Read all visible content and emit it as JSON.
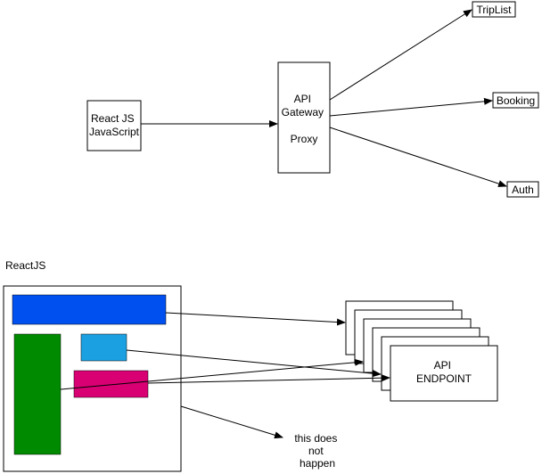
{
  "top_diagram": {
    "client_box": {
      "lines": [
        "React JS",
        "JavaScript"
      ]
    },
    "gateway_box": {
      "lines": [
        "API",
        "Gateway",
        "",
        "Proxy"
      ]
    },
    "services": [
      {
        "label": "TripList"
      },
      {
        "label": "Booking"
      },
      {
        "label": "Auth"
      }
    ]
  },
  "bottom_diagram": {
    "container_label": "ReactJS",
    "components": [
      {
        "name": "blue-bar",
        "color": "#0050EF"
      },
      {
        "name": "green-column",
        "color": "#008A00"
      },
      {
        "name": "light-blue-box",
        "color": "#1BA1E2"
      },
      {
        "name": "magenta-box",
        "color": "#D80073"
      }
    ],
    "endpoint": {
      "lines": [
        "API",
        "ENDPOINT"
      ]
    },
    "note": {
      "lines": [
        "this does",
        "not",
        "happen"
      ]
    }
  },
  "colors": {
    "stroke": "#000000",
    "background": "#ffffff"
  }
}
